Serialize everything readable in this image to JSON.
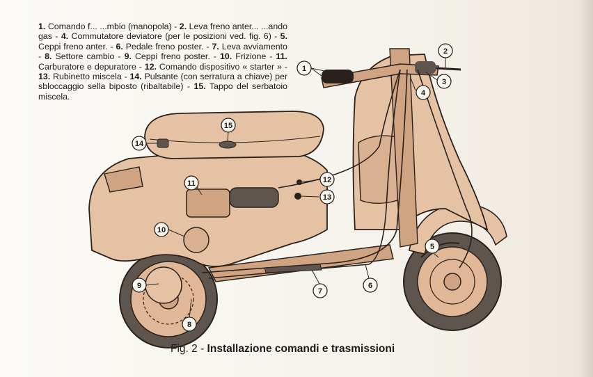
{
  "legend": [
    {
      "n": "1.",
      "text": "Comando f... ...mbio (manopola) -"
    },
    {
      "n": "2.",
      "text": "Leva freno anter... ...ando gas -"
    },
    {
      "n": "4.",
      "text": "Commutatore deviatore (per le posizioni ved. fig. 6) -"
    },
    {
      "n": "5.",
      "text": "Ceppi freno anter. -"
    },
    {
      "n": "6.",
      "text": "Pedale freno poster. -"
    },
    {
      "n": "7.",
      "text": "Leva avviamento -"
    },
    {
      "n": "8.",
      "text": "Settore cambio -"
    },
    {
      "n": "9.",
      "text": "Ceppi freno poster. -"
    },
    {
      "n": "10.",
      "text": "Frizione -"
    },
    {
      "n": "11.",
      "text": "Carburatore e depuratore -"
    },
    {
      "n": "12.",
      "text": "Comando dispositivo « starter » -"
    },
    {
      "n": "13.",
      "text": "Rubinetto miscela -"
    },
    {
      "n": "14.",
      "text": "Pulsante (con serratura a chiave) per sbloccaggio sella biposto (ribaltabile) -"
    },
    {
      "n": "15.",
      "text": "Tappo del serbatoio miscela."
    }
  ],
  "caption": {
    "prefix": "Fig. 2 -",
    "title": "Installazione comandi e trasmissioni"
  },
  "callouts": [
    "1",
    "2",
    "3",
    "4",
    "5",
    "6",
    "7",
    "8",
    "9",
    "10",
    "11",
    "12",
    "13",
    "14",
    "15"
  ],
  "colors": {
    "body": "#e6c2a4",
    "shade": "#d0a382",
    "ink": "#2a211c",
    "tire": "#5e554f"
  }
}
